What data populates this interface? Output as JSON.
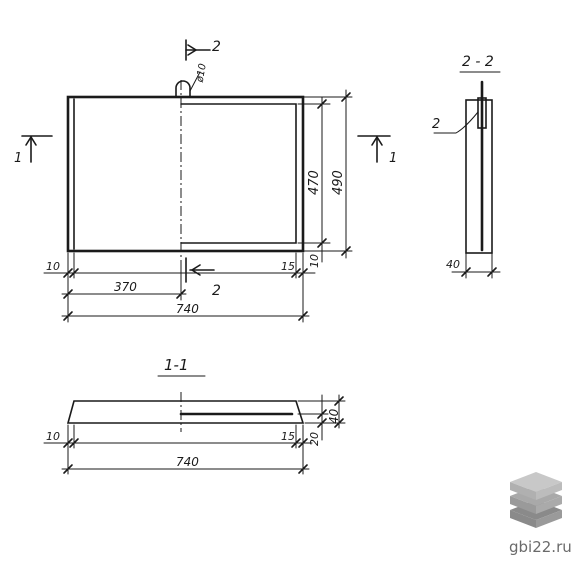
{
  "plan": {
    "section_mark_1_left": "1",
    "section_mark_1_right": "1",
    "section_mark_2_top": "2",
    "section_mark_2_bottom": "2",
    "dim_height_inner": "470",
    "dim_height_outer": "490",
    "dim_loop": "ø10",
    "dim_left_edge": "10",
    "dim_half": "370",
    "dim_right_edge": "15",
    "dim_bottom_right": "10",
    "dim_total": "740"
  },
  "section_2_2": {
    "title": "2 - 2",
    "callout": "2",
    "dim_thickness": "40"
  },
  "section_1_1": {
    "title": "1-1",
    "dim_left": "10",
    "dim_right": "15",
    "dim_height_a": "20",
    "dim_height_b": "40",
    "dim_total": "740"
  },
  "watermark": {
    "text": "gbi22.ru",
    "icon": "stacked-slabs-icon",
    "colors": [
      "#c8c8c8",
      "#a9a9a9",
      "#8a8a8a"
    ]
  }
}
